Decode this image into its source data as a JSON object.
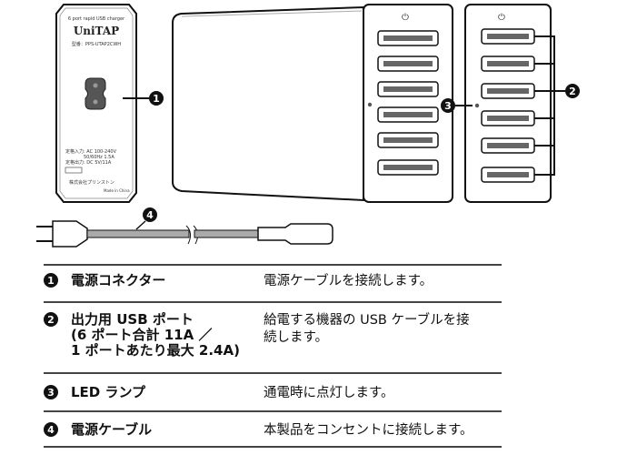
{
  "device_label": {
    "subtitle": "6 port rapid USB charger",
    "brand": "UniTAP",
    "model": "型番：PPS-UTAP2CWH",
    "input1": "定格入力: AC 100-240V",
    "input2": "50/60Hz 1.5A",
    "output": "定格出力: DC 5V/11A",
    "maker": "株式会社プリンストン",
    "origin": "Made in China"
  },
  "callouts": [
    "1",
    "2",
    "3",
    "4"
  ],
  "rows": [
    {
      "num": "1",
      "label": "電源コネクター",
      "desc": "電源ケーブルを接続します。"
    },
    {
      "num": "2",
      "label": "出力用 USB ポート\n(6 ポート合計 11A ／\n1 ポートあたり最大 2.4A)",
      "desc": "給電する機器の USB ケーブルを接続します。"
    },
    {
      "num": "3",
      "label": "LED ランプ",
      "desc": "通電時に点灯します。"
    },
    {
      "num": "4",
      "label": "電源ケーブル",
      "desc": "本製品をコンセントに接続します。"
    }
  ]
}
